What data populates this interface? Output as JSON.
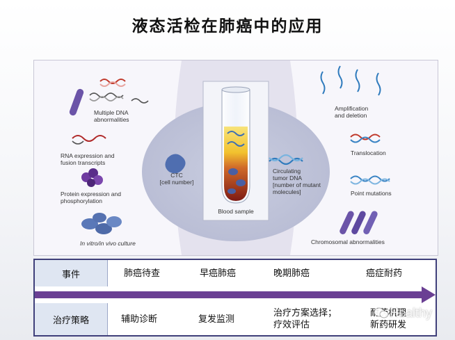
{
  "title": "液态活检在肺癌中的应用",
  "diagram": {
    "left_items": [
      {
        "label": "Multiple DNA\nabnormalities"
      },
      {
        "label": "RNA expression and\nfusion transcripts"
      },
      {
        "label": "Protein expression and\nphosphorylation"
      },
      {
        "label": "In vitro/in vivo culture"
      }
    ],
    "ctc_label": "CTC\n[cell number]",
    "tube_label": "Blood sample",
    "ctdna_label": "Circulating\ntumor DNA\n[number of mutant\nmolecules]",
    "right_items": [
      {
        "label": "Amplification\nand deletion"
      },
      {
        "label": "Translocation"
      },
      {
        "label": "Point mutations"
      },
      {
        "label": "Chromosomal abnormalities"
      }
    ]
  },
  "table": {
    "row1_header": "事件",
    "row1_cells": [
      "肺癌待查",
      "早癌肺癌",
      "晚期肺癌",
      "癌症耐药"
    ],
    "row2_header": "治疗策略",
    "row2_cells": [
      "辅助诊断",
      "复发监测",
      "治疗方案选择；\n疗效评估",
      "耐药机理\n新药研发"
    ]
  },
  "watermark": "Healthy",
  "colors": {
    "arrow": "#6a3f93",
    "table_border": "#3f3f7a",
    "panel_bg": "#e4e2ee"
  }
}
